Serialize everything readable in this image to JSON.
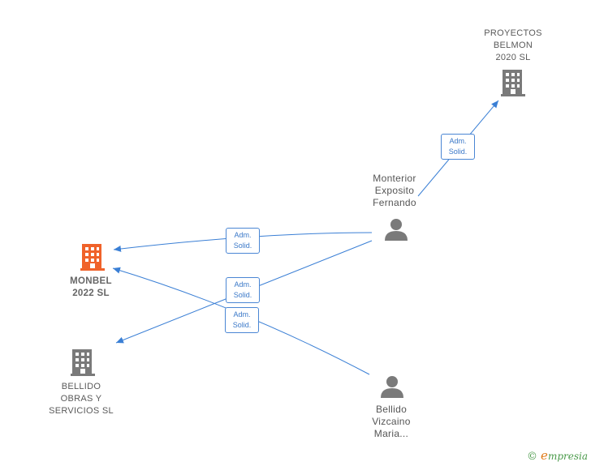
{
  "nodes": {
    "proyectos": {
      "label": "PROYECTOS\nBELMON\n2020  SL",
      "type": "company",
      "color": "#7a7a7a"
    },
    "monbel": {
      "label": "MONBEL\n2022  SL",
      "type": "company",
      "color": "#f0622a",
      "highlight": true
    },
    "bellido_obras": {
      "label": "BELLIDO\nOBRAS Y\nSERVICIOS  SL",
      "type": "company",
      "color": "#7a7a7a"
    },
    "monterior": {
      "label": "Monterior\nExposito\nFernando",
      "type": "person",
      "color": "#7a7a7a"
    },
    "bellido_maria": {
      "label": "Bellido\nVizcaino\nMaria...",
      "type": "person",
      "color": "#7a7a7a"
    }
  },
  "edges": [
    {
      "from": "monterior",
      "to": "proyectos",
      "label": "Adm.\nSolid."
    },
    {
      "from": "monterior",
      "to": "monbel",
      "label": "Adm.\nSolid."
    },
    {
      "from": "monterior",
      "to": "bellido_obras",
      "label": "Adm.\nSolid."
    },
    {
      "from": "bellido_maria",
      "to": "monbel",
      "label": "Adm.\nSolid."
    }
  ],
  "edge_color": "#3a7fd5",
  "brand": {
    "copyright": "©",
    "initial": "e",
    "name": "mpresia"
  },
  "icons": {
    "company": "building-icon",
    "person": "person-icon"
  }
}
